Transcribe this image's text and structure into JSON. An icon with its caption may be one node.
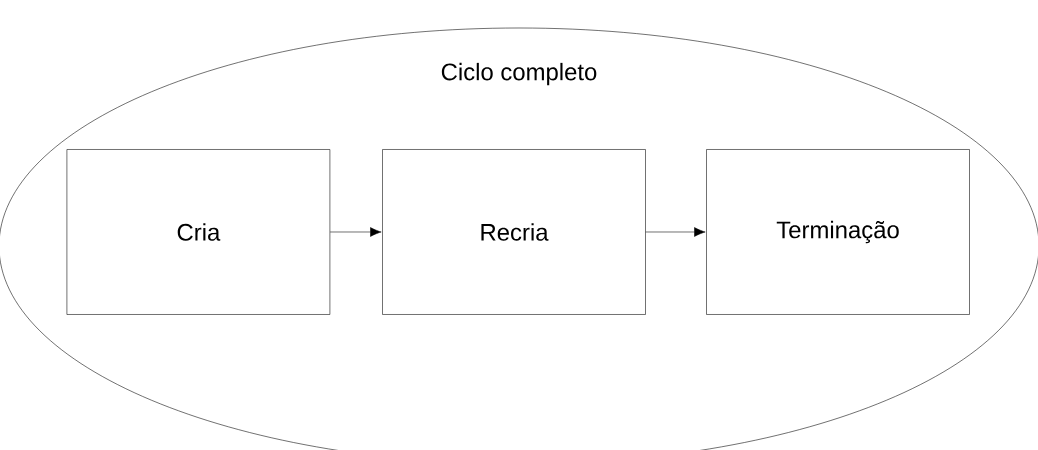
{
  "diagram": {
    "nodes": [
      {
        "text": [
          "Ciclo completo"
        ]
      },
      {
        "text": [
          "Cria"
        ],
        "in": 0
      },
      {
        "text": [
          "Recria"
        ],
        "in": 0
      },
      {
        "text": [
          "Terminação"
        ],
        "in": 0
      }
    ],
    "edges": [
      {
        "from": 1,
        "to": 2,
        "arrow": "to"
      },
      {
        "from": 2,
        "to": 3,
        "arrow": "to"
      }
    ]
  }
}
